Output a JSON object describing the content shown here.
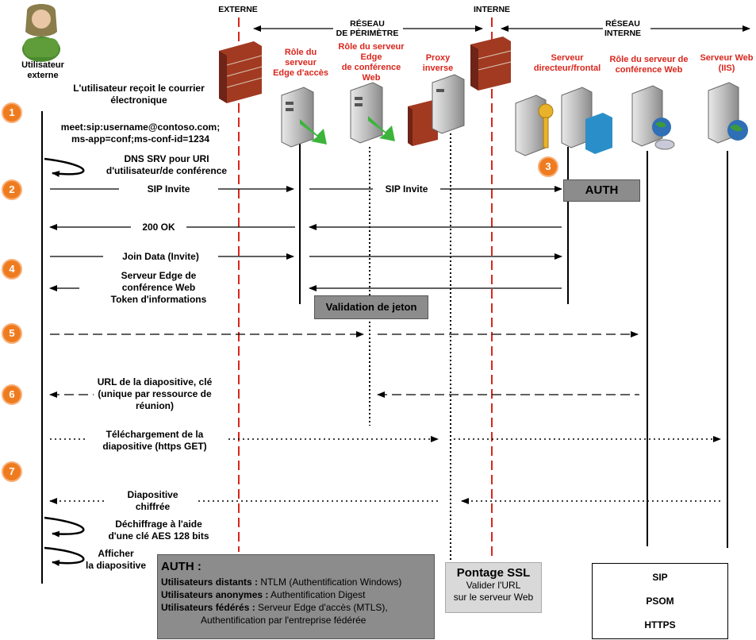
{
  "zones": {
    "externe": "EXTERNE",
    "reseau_perimetre": "RÉSEAU\nDE PÉRIMÈTRE",
    "interne": "INTERNE",
    "reseau_interne": "RÉSEAU\nINTERNE"
  },
  "actors": {
    "user": "Utilisateur\nexterne",
    "edge_access": "Rôle du\nserveur\nEdge d'accès",
    "edge_web": "Rôle du serveur\nEdge\nde conférence\nWeb",
    "proxy": "Proxy\ninverse",
    "director": "Serveur\ndirecteur/frontal",
    "web_conf_role": "Rôle du serveur de\nconférence Web",
    "web_server": "Serveur Web\n(IIS)"
  },
  "steps": [
    "1",
    "2",
    "3",
    "4",
    "5",
    "6",
    "7"
  ],
  "messages": {
    "m1": "L'utilisateur reçoit le courrier\nélectronique",
    "m1b": "meet:sip:username@contoso.com;\nms-app=conf;ms-conf-id=1234",
    "dns": "DNS SRV pour URI\nd'utilisateur/de conférence",
    "sip_invite_1": "SIP Invite",
    "sip_invite_2": "SIP Invite",
    "ok200": "200 OK",
    "join": "Join Data (Invite)",
    "edge_token": "Serveur Edge de\nconférence Web\nToken d'informations",
    "slide_url": "URL de la diapositive, clé\n(unique par ressource de\nréunion)",
    "download": "Téléchargement de la\ndiapositive (https GET)",
    "encrypted": "Diapositive\nchiffrée",
    "decrypt": "Déchiffrage à l'aide\nd'une clé AES 128 bits",
    "display": "Afficher\nla diapositive"
  },
  "boxes": {
    "auth": "AUTH",
    "validation": "Validation de jeton"
  },
  "auth_panel": {
    "title": "AUTH :",
    "rows": [
      {
        "label": "Utilisateurs distants :",
        "value": " NTLM (Authentification Windows)"
      },
      {
        "label": "Utilisateurs anonymes :",
        "value": " Authentification Digest"
      },
      {
        "label": "Utilisateurs fédérés :",
        "value": " Serveur Edge d'accès (MTLS),"
      },
      {
        "label": "",
        "value": "Authentification par l'entreprise fédérée"
      }
    ]
  },
  "ssl": {
    "title": "Pontage SSL",
    "line1": "Valider l'URL",
    "line2": "sur le serveur Web"
  },
  "legend": {
    "sip": "SIP",
    "psom": "PSOM",
    "https": "HTTPS"
  },
  "icons": {
    "user": "user-avatar-icon",
    "firewall": "firewall-icon",
    "server": "server-icon",
    "key": "key-icon",
    "database": "database-icon",
    "globe": "globe-icon",
    "arrow": "green-arrow-icon"
  },
  "colors": {
    "firewall_line": "#d9261c",
    "step_badge": "#ef7b1f",
    "grey_box": "#8c8c8c",
    "arrow_green": "#3cb43c"
  }
}
